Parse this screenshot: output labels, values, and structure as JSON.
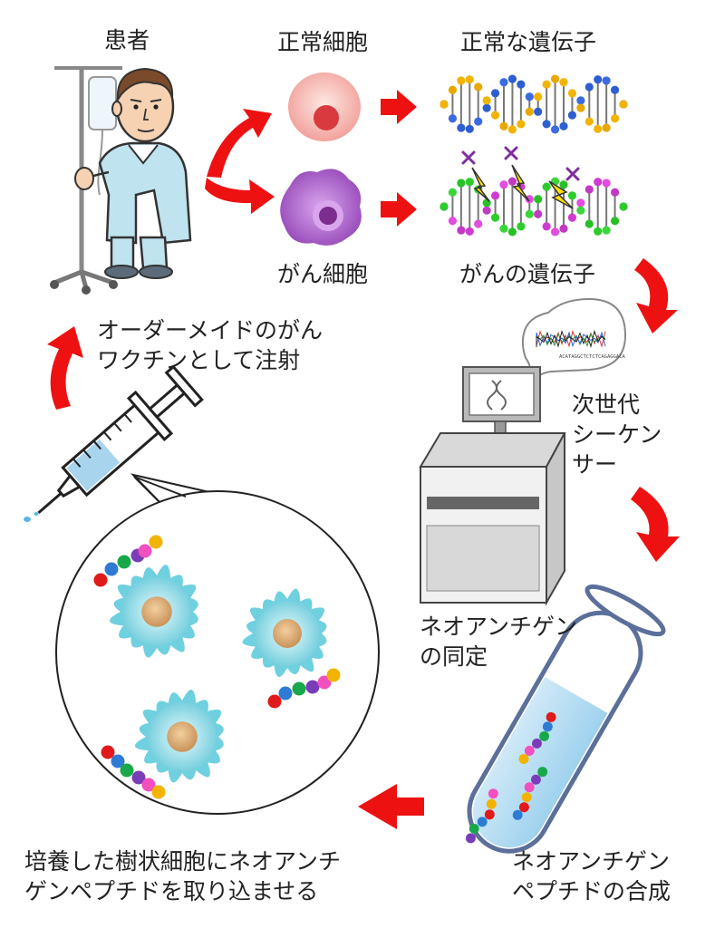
{
  "labels": {
    "patient": "患者",
    "normal_cell": "正常細胞",
    "normal_gene": "正常な遺伝子",
    "cancer_cell": "がん細胞",
    "cancer_gene": "がんの遺伝子",
    "vaccine_line1": "オーダーメイドのがん",
    "vaccine_line2": "ワクチンとして注射",
    "sequencer_line1": "次世代",
    "sequencer_line2": "シーケン",
    "sequencer_line3": "サー",
    "identify_line1": "ネオアンチゲン",
    "identify_line2": "の同定",
    "culture_line1": "培養した樹状細胞にネオアンチ",
    "culture_line2": "ゲンペプチドを取り込ませる",
    "synth_line1": "ネオアンチゲン",
    "synth_line2": "ペプチドの合成"
  },
  "monitor_seq": "ACATAGGCTCTCTCAGAGGACA",
  "colors": {
    "arrow": "#ee1111",
    "cell": "#6fd0df",
    "nucleus": "#d8a774",
    "cancer_cell": "#a766c7",
    "normal_cell": "#f3a8a3",
    "tube_outline": "#5b6f9a"
  }
}
